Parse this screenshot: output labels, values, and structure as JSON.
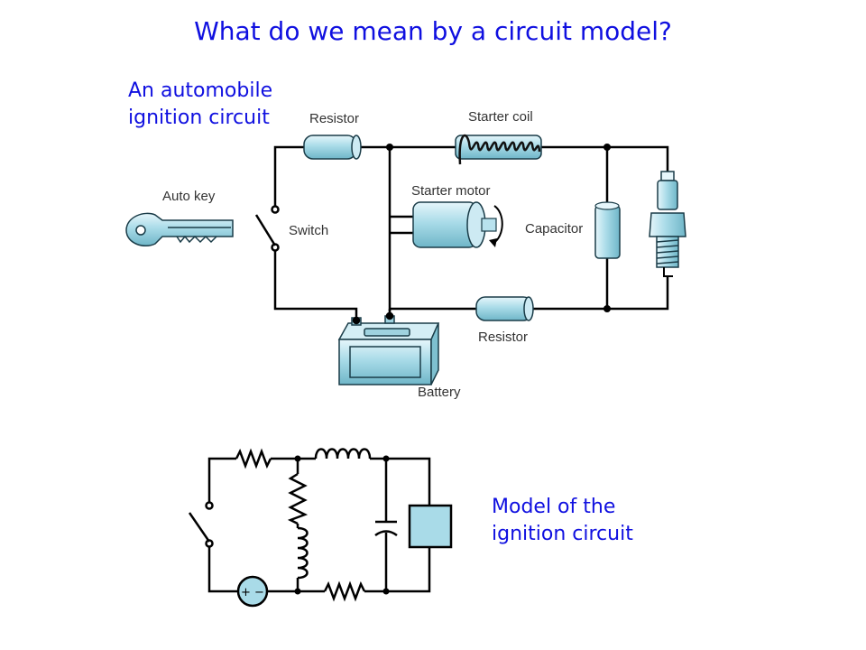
{
  "title": "What do we mean by a circuit model?",
  "top_caption": {
    "line1": "An automobile",
    "line2": "ignition circuit"
  },
  "labels": {
    "resistor_top": "Resistor",
    "starter_coil": "Starter coil",
    "auto_key": "Auto key",
    "starter_motor": "Starter motor",
    "switch": "Switch",
    "capacitor": "Capacitor",
    "resistor_bottom": "Resistor",
    "battery": "Battery"
  },
  "bottom_caption": {
    "line1": "Model of the",
    "line2": "ignition circuit"
  },
  "colors": {
    "title_blue": "#1010e0",
    "component_fill": "#a9dbe8",
    "component_stroke": "#1a3c48",
    "wire": "#000000"
  },
  "symbols": {
    "battery_terminals": "+ −"
  }
}
